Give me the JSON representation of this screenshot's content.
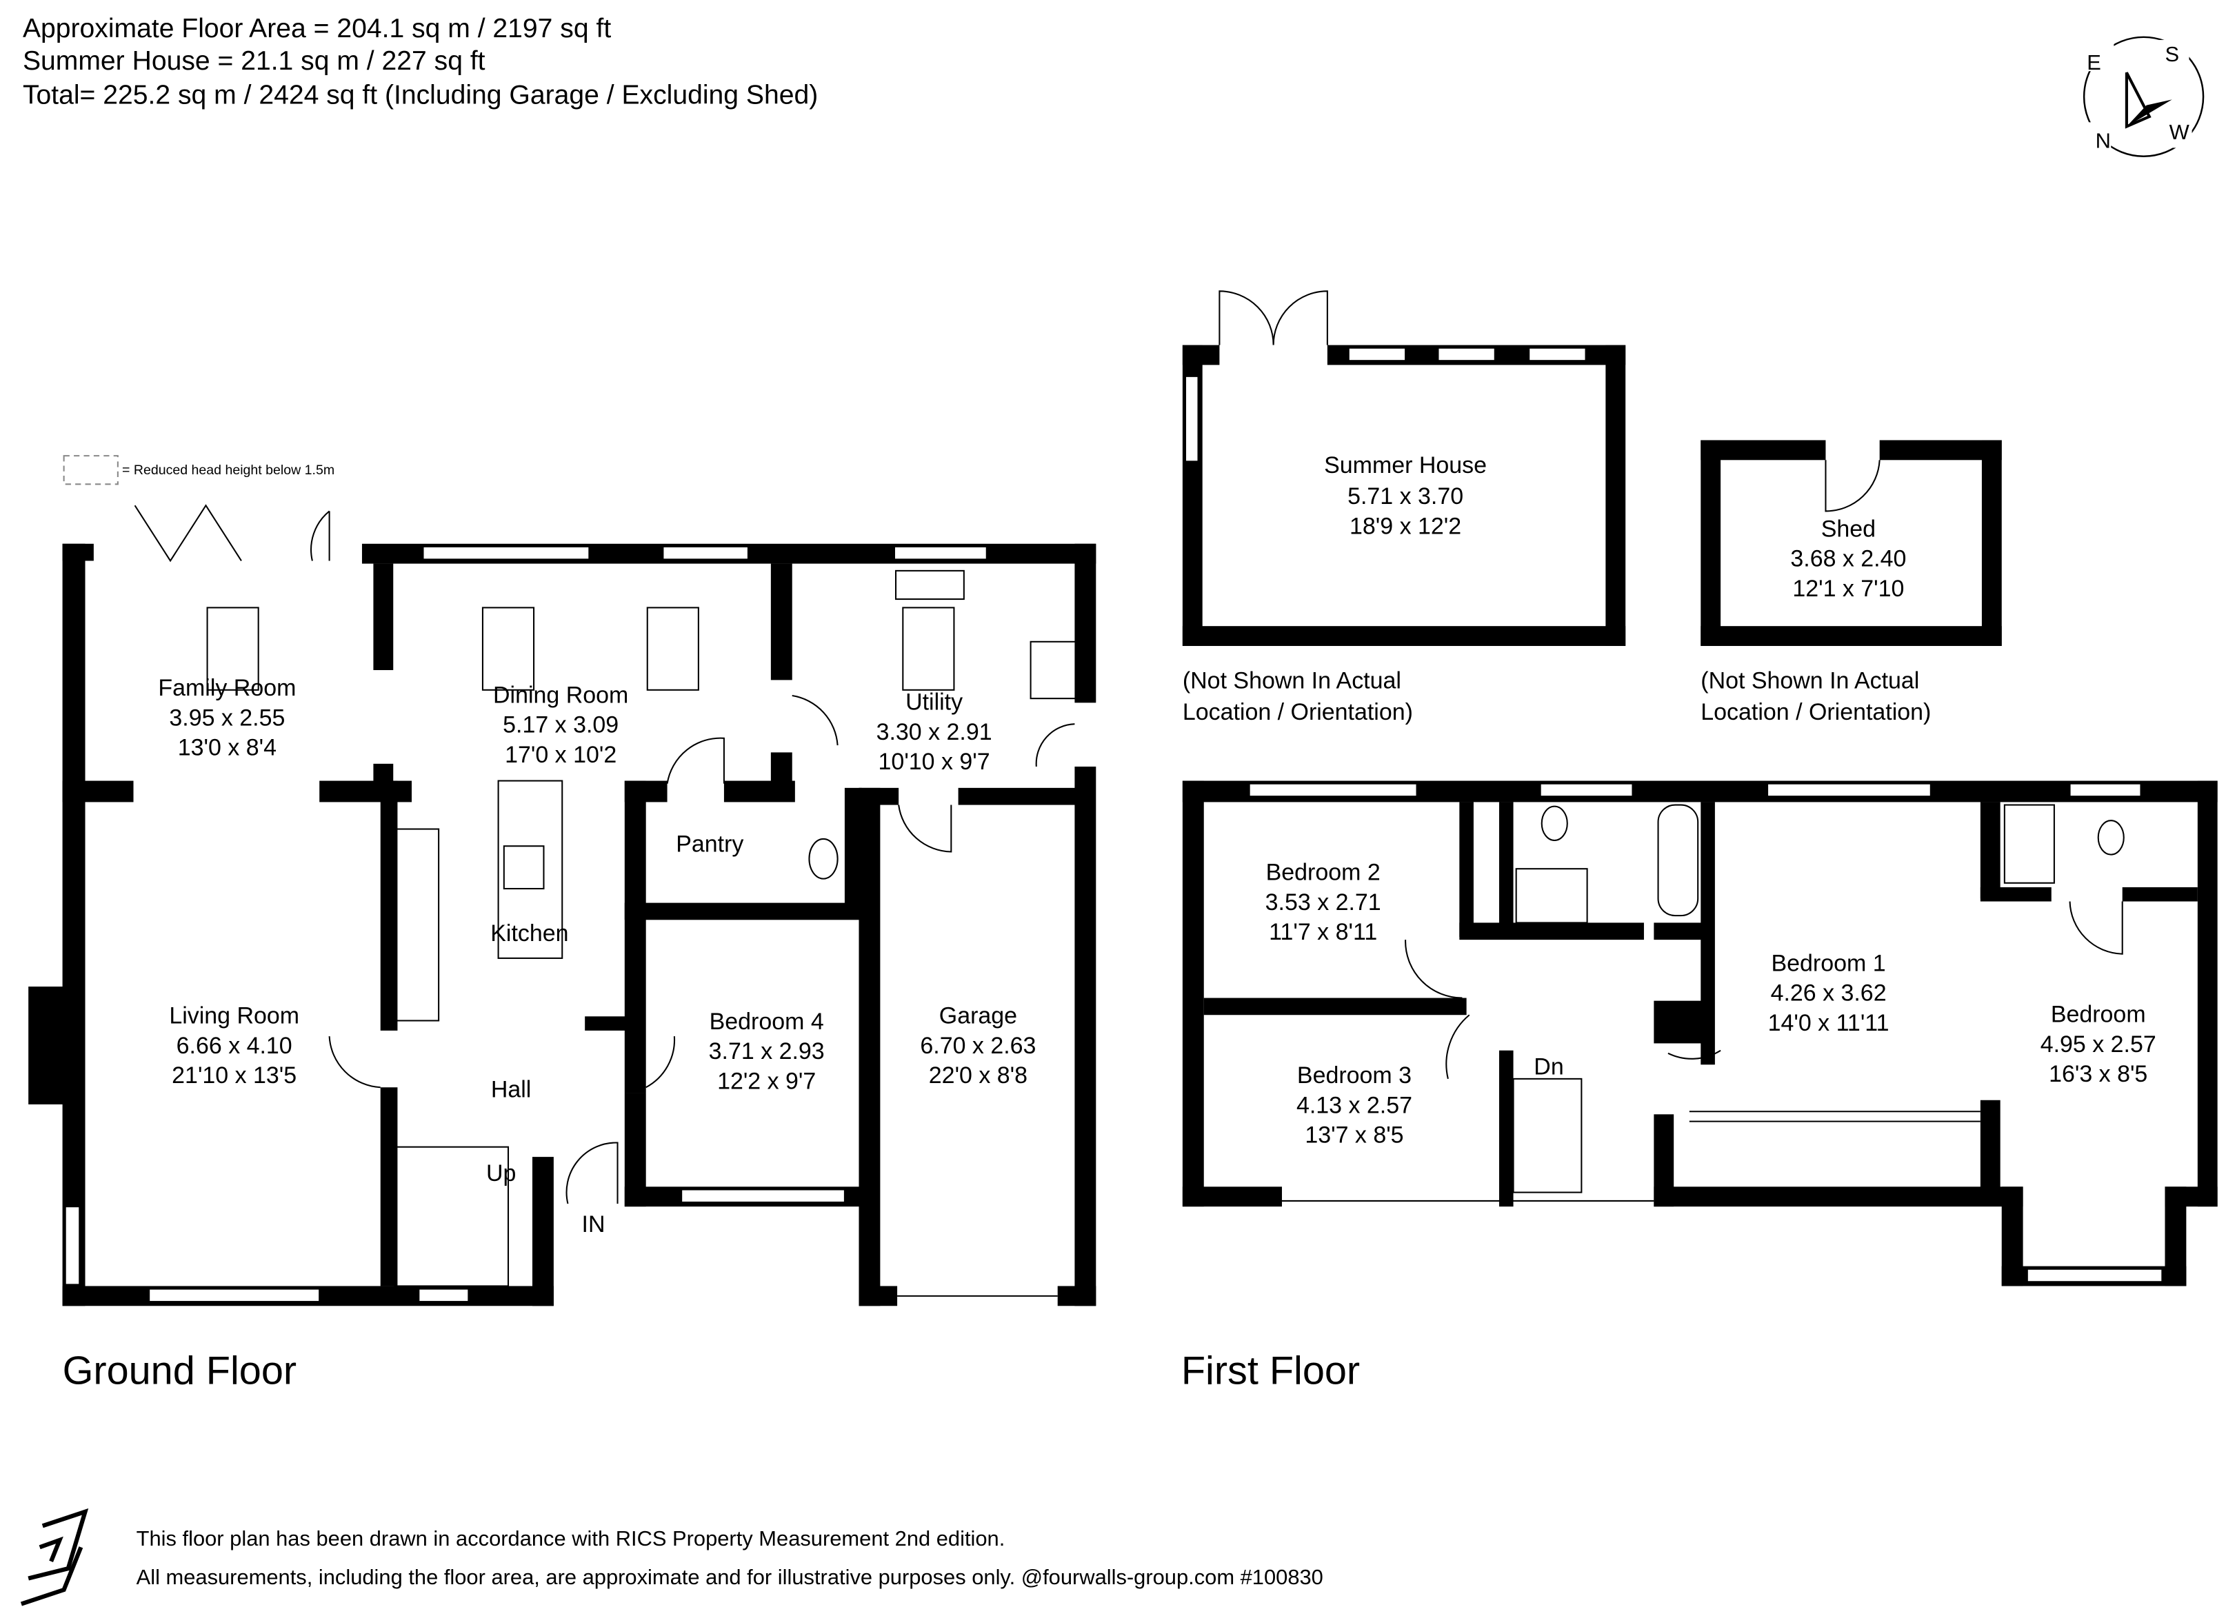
{
  "header": {
    "line1": "Approximate Floor Area = 204.1 sq m / 2197 sq ft",
    "line2": "Summer House = 21.1 sq m / 227 sq ft",
    "line3": "Total= 225.2 sq m / 2424 sq ft (Including Garage / Excluding Shed)"
  },
  "compass": {
    "e": "E",
    "s": "S",
    "n": "N",
    "w": "W"
  },
  "legend": {
    "text": "= Reduced head height below 1.5m"
  },
  "ground_floor": {
    "title": "Ground Floor",
    "rooms": [
      {
        "name": "Family Room",
        "metric": "3.95 x 2.55",
        "imperial": "13'0 x 8'4"
      },
      {
        "name": "Dining Room",
        "metric": "5.17 x 3.09",
        "imperial": "17'0 x 10'2"
      },
      {
        "name": "Utility",
        "metric": "3.30 x 2.91",
        "imperial": "10'10 x 9'7"
      },
      {
        "name": "Living Room",
        "metric": "6.66 x 4.10",
        "imperial": "21'10 x 13'5"
      },
      {
        "name": "Bedroom 4",
        "metric": "3.71 x 2.93",
        "imperial": "12'2 x 9'7"
      },
      {
        "name": "Garage",
        "metric": "6.70 x 2.63",
        "imperial": "22'0 x 8'8"
      }
    ],
    "labels": {
      "pantry": "Pantry",
      "kitchen": "Kitchen",
      "hall": "Hall",
      "up": "Up",
      "in": "IN"
    }
  },
  "outbuildings": {
    "summer_house": {
      "name": "Summer House",
      "metric": "5.71 x 3.70",
      "imperial": "18'9 x 12'2"
    },
    "shed": {
      "name": "Shed",
      "metric": "3.68 x 2.40",
      "imperial": "12'1 x 7'10"
    },
    "note_line1": "(Not Shown In Actual",
    "note_line2": "Location / Orientation)"
  },
  "first_floor": {
    "title": "First Floor",
    "rooms": [
      {
        "name": "Bedroom 2",
        "metric": "3.53 x 2.71",
        "imperial": "11'7 x 8'11"
      },
      {
        "name": "Bedroom 3",
        "metric": "4.13 x 2.57",
        "imperial": "13'7 x 8'5"
      },
      {
        "name": "Bedroom 1",
        "metric": "4.26 x 3.62",
        "imperial": "14'0 x 11'11"
      },
      {
        "name": "Bedroom",
        "metric": "4.95 x 2.57",
        "imperial": "16'3 x 8'5"
      }
    ],
    "labels": {
      "dn": "Dn"
    }
  },
  "footer": {
    "line1": "This floor plan has been drawn in accordance with RICS Property Measurement 2nd edition.",
    "line2": "All measurements, including the floor area, are approximate and for illustrative purposes only. @fourwalls-group.com #100830"
  }
}
